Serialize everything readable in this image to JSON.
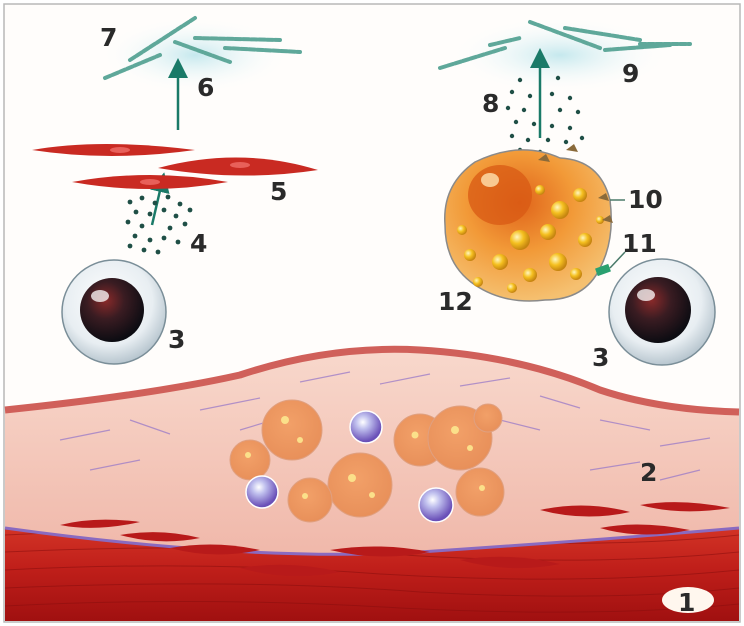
{
  "figure": {
    "labels": {
      "l1": "1",
      "l2": "2",
      "l3a": "3",
      "l3b": "3",
      "l4": "4",
      "l5": "5",
      "l6": "6",
      "l7": "7",
      "l8": "8",
      "l9": "9",
      "l10": "10",
      "l11": "11",
      "l12": "12"
    }
  },
  "colors": {
    "muscle": "#c8201c",
    "plaque": "#f4c4b6",
    "fibrous_cap": "#d0605a",
    "foam_cell": "#f0a060",
    "lipid_droplet": "#f5c020",
    "collagen": "#5fa89a",
    "cytokine_dots": "#1f4f46",
    "arrow": "#1a7a68",
    "smooth_muscle_cell": "#c92a22"
  }
}
